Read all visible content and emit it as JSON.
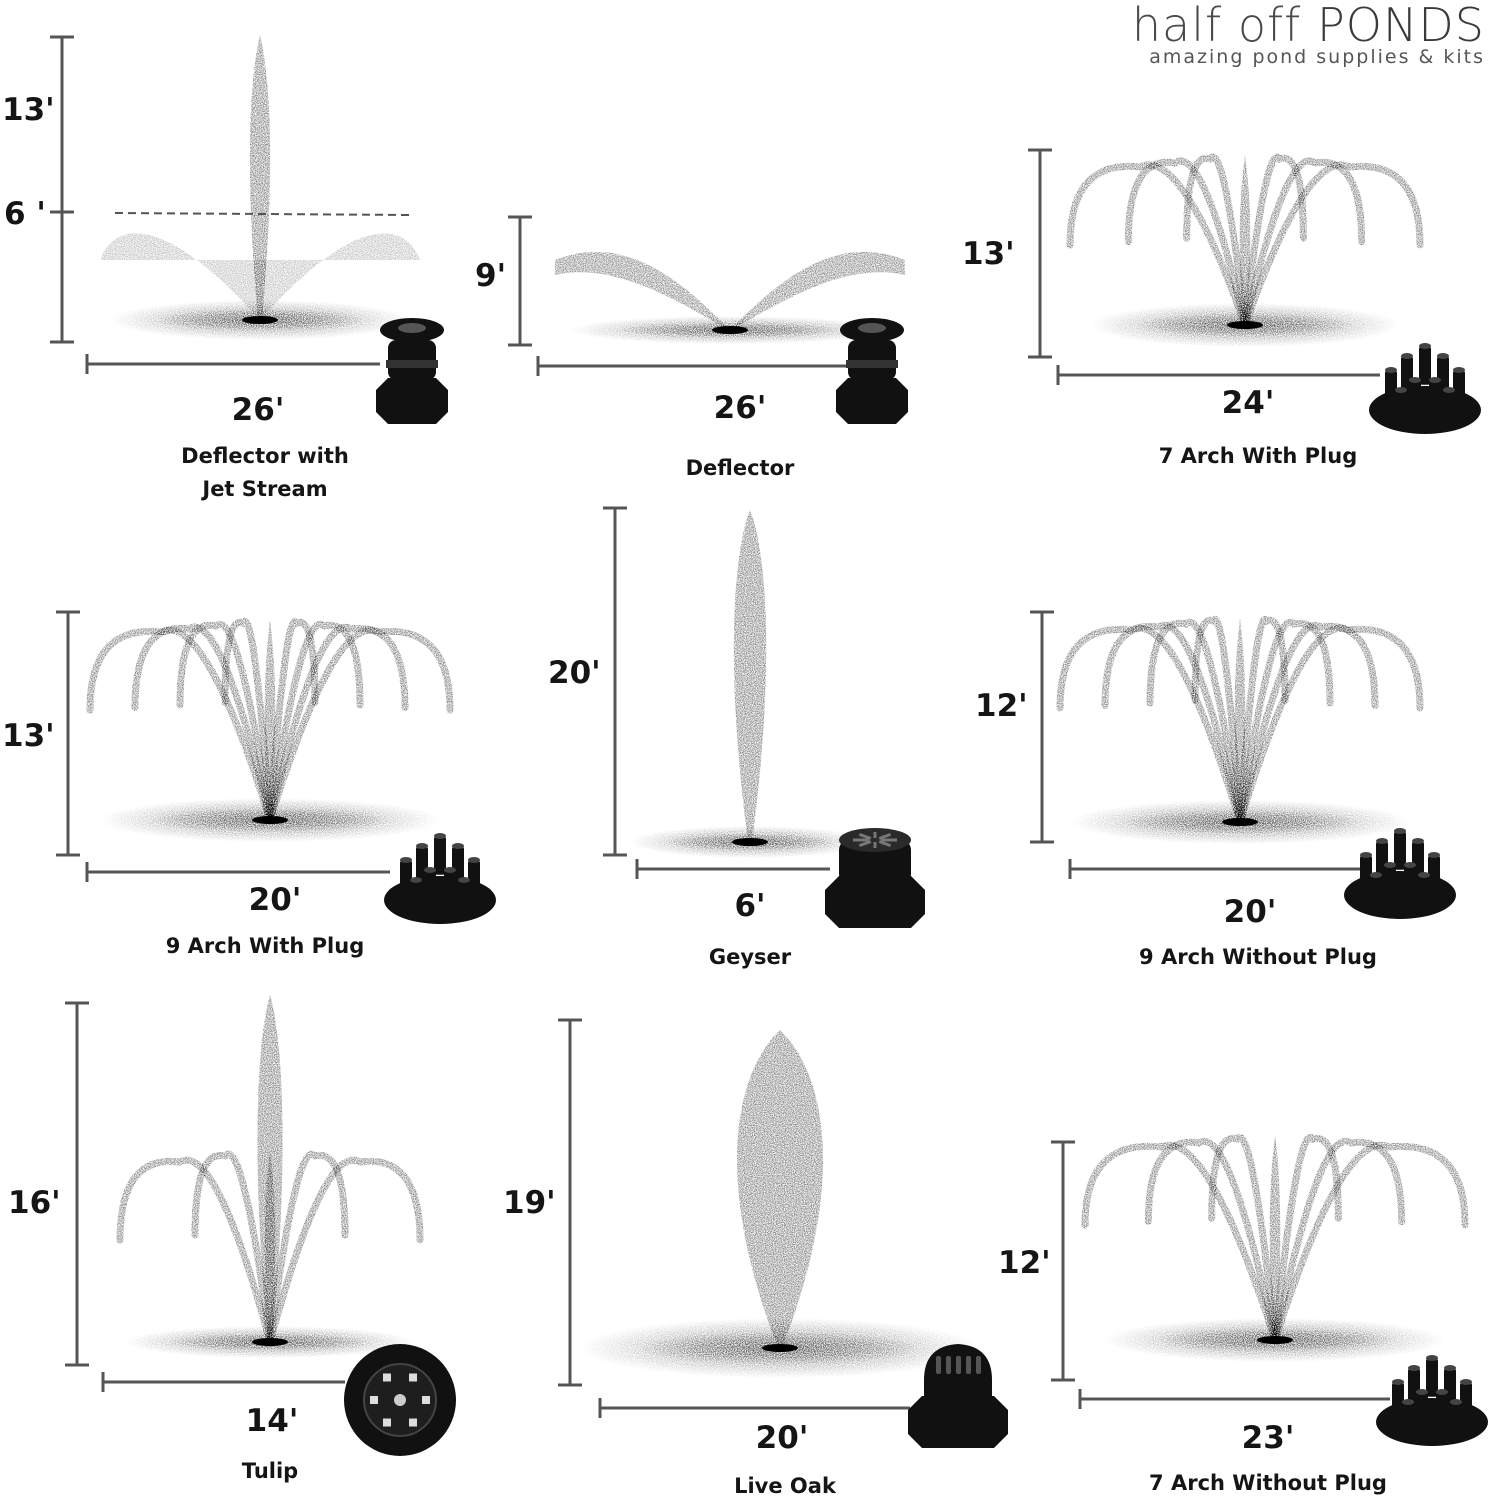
{
  "logo": {
    "brand_light": "half off",
    "brand_strong": "PONDS",
    "tagline": "amazing pond supplies & kits"
  },
  "colors": {
    "measure_line": "#555555",
    "spray": "#222222",
    "nozzle": "#111111"
  },
  "nozzles": [
    {
      "id": "deflector-jet",
      "name_lines": [
        "Deflector with",
        "Jet Stream"
      ],
      "height": "13'",
      "mid_height": "6 '",
      "width": "26'",
      "style": "deflector-jet",
      "nozzle_icon": "deflector-nozzle-icon"
    },
    {
      "id": "deflector",
      "name_lines": [
        "Deflector"
      ],
      "height": "9'",
      "width": "26'",
      "style": "deflector",
      "nozzle_icon": "deflector-nozzle-icon"
    },
    {
      "id": "7-arch-plug",
      "name_lines": [
        "7 Arch With Plug"
      ],
      "height": "13'",
      "width": "24'",
      "style": "arch7",
      "nozzle_icon": "multi-jet-nozzle-icon"
    },
    {
      "id": "9-arch-plug",
      "name_lines": [
        "9 Arch With Plug"
      ],
      "height": "13'",
      "width": "20'",
      "style": "arch9",
      "nozzle_icon": "multi-jet-nozzle-icon"
    },
    {
      "id": "geyser",
      "name_lines": [
        "Geyser"
      ],
      "height": "20'",
      "width": "6'",
      "style": "geyser",
      "nozzle_icon": "geyser-nozzle-icon"
    },
    {
      "id": "9-arch-noplug",
      "name_lines": [
        "9 Arch Without Plug"
      ],
      "height": "12'",
      "width": "20'",
      "style": "arch9",
      "nozzle_icon": "multi-jet-nozzle-icon"
    },
    {
      "id": "tulip",
      "name_lines": [
        "Tulip"
      ],
      "height": "16'",
      "width": "14'",
      "style": "tulip",
      "nozzle_icon": "tulip-nozzle-icon"
    },
    {
      "id": "live-oak",
      "name_lines": [
        "Live Oak"
      ],
      "height": "19'",
      "width": "20'",
      "style": "liveoak",
      "nozzle_icon": "live-oak-nozzle-icon"
    },
    {
      "id": "7-arch-noplug",
      "name_lines": [
        "7 Arch Without Plug"
      ],
      "height": "12'",
      "width": "23'",
      "style": "arch7wide",
      "nozzle_icon": "multi-jet-nozzle-icon"
    }
  ]
}
